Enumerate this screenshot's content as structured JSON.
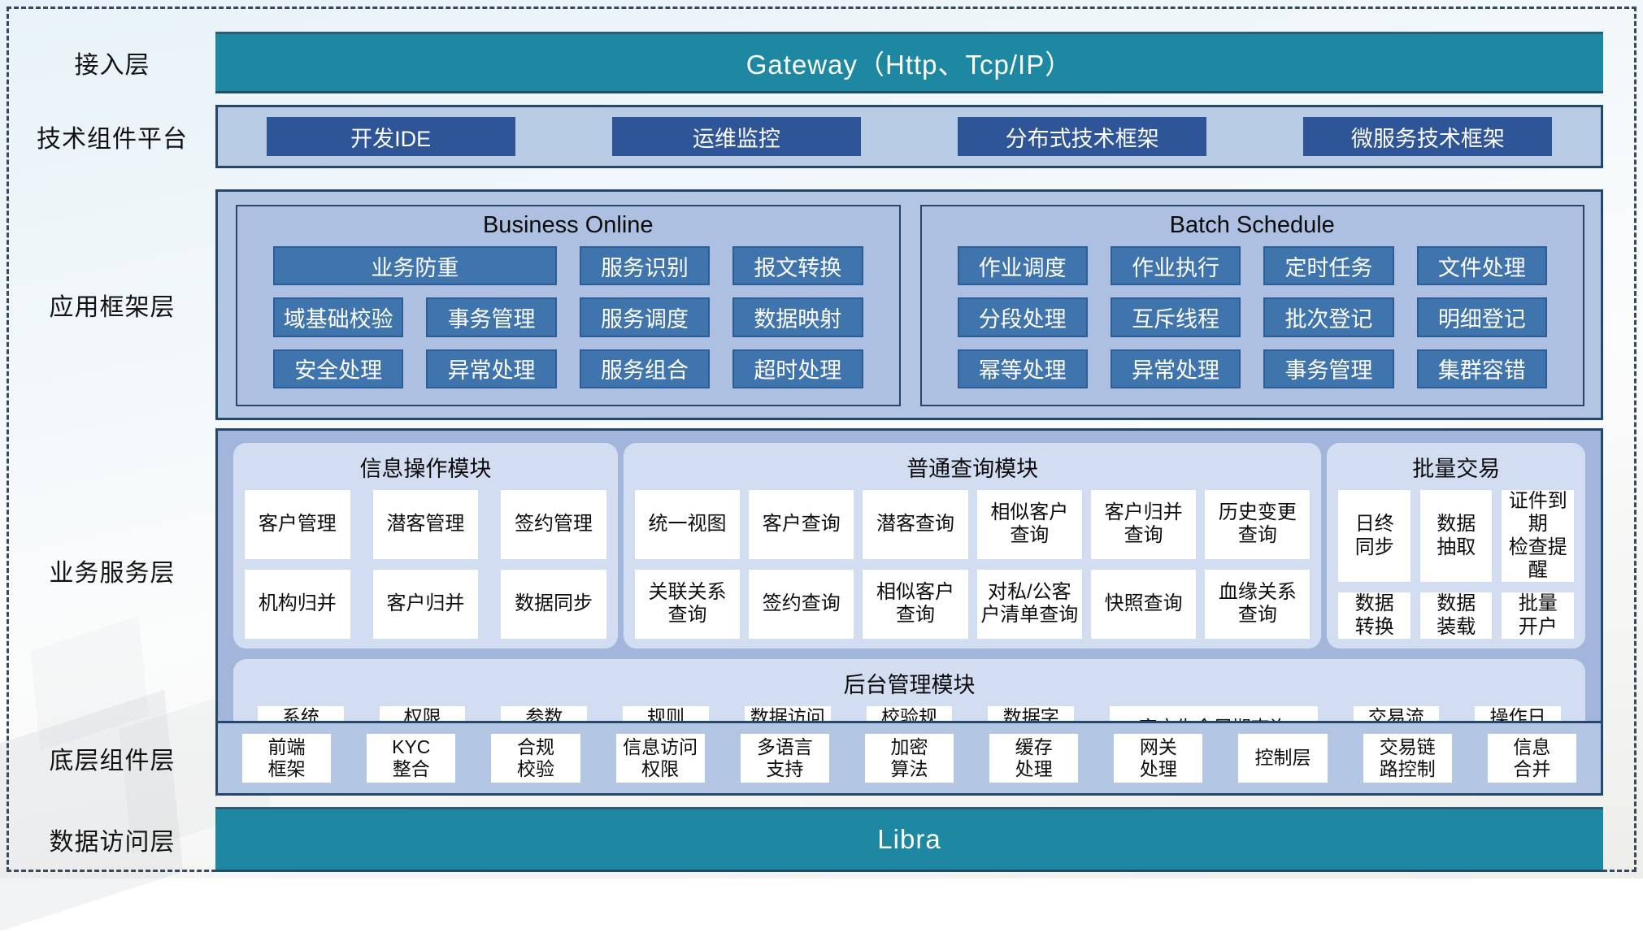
{
  "layers": {
    "access": {
      "name": "接入层",
      "gateway": "Gateway（Http、Tcp/IP）"
    },
    "tech": {
      "name": "技术组件平台",
      "items": [
        "开发IDE",
        "运维监控",
        "分布式技术框架",
        "微服务技术框架"
      ]
    },
    "app": {
      "name": "应用框架层",
      "sections": [
        {
          "title": "Business Online",
          "items": [
            {
              "label": "业务防重",
              "span": 2
            },
            "服务识别",
            "报文转换",
            "域基础校验",
            "事务管理",
            "服务调度",
            "数据映射",
            "安全处理",
            "异常处理",
            "服务组合",
            "超时处理"
          ]
        },
        {
          "title": "Batch Schedule",
          "items": [
            "作业调度",
            "作业执行",
            "定时任务",
            "文件处理",
            "分段处理",
            "互斥线程",
            "批次登记",
            "明细登记",
            "幂等处理",
            "异常处理",
            "事务管理",
            "集群容错"
          ]
        }
      ]
    },
    "biz": {
      "name": "业务服务层",
      "panels": [
        {
          "title": "信息操作模块",
          "items": [
            "客户管理",
            "潜客管理",
            "签约管理",
            "机构归并",
            "客户归并",
            "数据同步"
          ]
        },
        {
          "title": "普通查询模块",
          "items": [
            "统一视图",
            "客户查询",
            "潜客查询",
            "相似客户\n查询",
            "客户归并\n查询",
            "历史变更\n查询",
            "关联关系\n查询",
            "签约查询",
            "相似客户\n查询",
            "对私/公客\n户清单查询",
            "快照查询",
            "血缘关系\n查询"
          ]
        },
        {
          "title": "批量交易",
          "items": [
            "日终\n同步",
            "数据\n抽取",
            "证件到期\n检查提醒",
            "数据\n转换",
            "数据\n装载",
            "批量\n开户"
          ]
        }
      ],
      "admin": {
        "title": "后台管理模块",
        "items": [
          "系统\n管理",
          "权限\n管理",
          "参数\n管理",
          "规则\n配置",
          "数据访问\n控制",
          "校验规\n则管理",
          "数据字\n典管理",
          {
            "label": "客户生命周期查询",
            "span": 2
          },
          "交易流\n水查询",
          "操作日\n志查询"
        ]
      }
    },
    "base": {
      "name": "底层组件层",
      "items": [
        "前端\n框架",
        "KYC\n整合",
        "合规\n校验",
        "信息访问\n权限",
        "多语言\n支持",
        "加密\n算法",
        "缓存\n处理",
        "网关\n处理",
        "控制层",
        "交易链\n路控制",
        "信息\n合并"
      ]
    },
    "data_access": {
      "name": "数据访问层",
      "bar": "Libra"
    }
  },
  "colors": {
    "teal": "#1e88a2",
    "navy_border": "#24476b",
    "dark_button": "#2e5597",
    "mid_button": "#3f75ac",
    "container_light": "#b3c6e3",
    "container_mid": "#a2b6db",
    "panel": "#d3ddf2"
  }
}
